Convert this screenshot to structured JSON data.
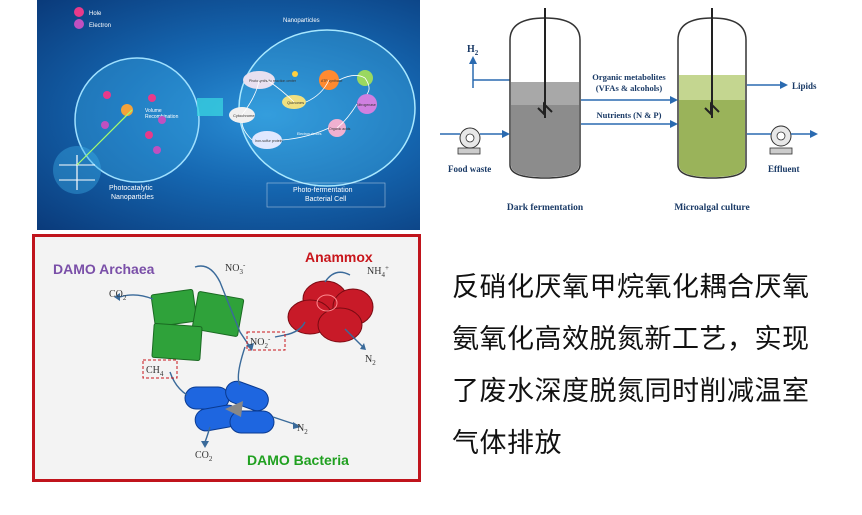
{
  "photo_panel": {
    "legend": [
      "Hole",
      "Electron"
    ],
    "left_label": [
      "Photocatalytic",
      "Nanoparticles"
    ],
    "right_label": [
      "Photo-fermentation",
      "Bacterial Cell"
    ],
    "top_label": "Nanoparticles",
    "mid_label": [
      "Volume",
      "Recombination"
    ],
    "node_labels": [
      "Photosynthetic reaction center",
      "Cytochrome",
      "Quinones",
      "ATP synthase",
      "Nitrogenase",
      "Electron donors",
      "Organic acids",
      "Iron-sulfur protein"
    ]
  },
  "fermentation_panel": {
    "h2": "H",
    "h2_sub": "2",
    "organic": [
      "Organic metabolites",
      "(VFAs & alcohols)"
    ],
    "nutrients": "Nutrients (N & P)",
    "lipids": "Lipids",
    "food_waste": "Food waste",
    "effluent": "Effluent",
    "dark": "Dark fermentation",
    "micro": "Microalgal culture"
  },
  "damo_panel": {
    "archaea": "DAMO Archaea",
    "anammox": "Anammox",
    "bacteria": "DAMO Bacteria",
    "co2_top": "CO",
    "co2_bottom": "CO",
    "no3": "NO",
    "nh4": "NH",
    "no2": "NO",
    "ch4": "CH",
    "n2_right": "N",
    "n2_bottom": "N",
    "sub2": "2",
    "sub3": "3",
    "sub4": "4",
    "sup_minus": "-",
    "sup_plus": "+",
    "colors": {
      "archaea": "#7a4fa8",
      "anammox": "#c8151b",
      "bacteria": "#20a020",
      "green_cell": "#2fa23a",
      "red_cell": "#c81a28",
      "blue_cell": "#1e66e0"
    }
  },
  "caption": [
    "反硝化厌氧甲烷氧化耦合厌氧",
    "氨氧化高效脱氮新工艺，实现",
    "了废水深度脱氮同时削减温室",
    "气体排放"
  ]
}
